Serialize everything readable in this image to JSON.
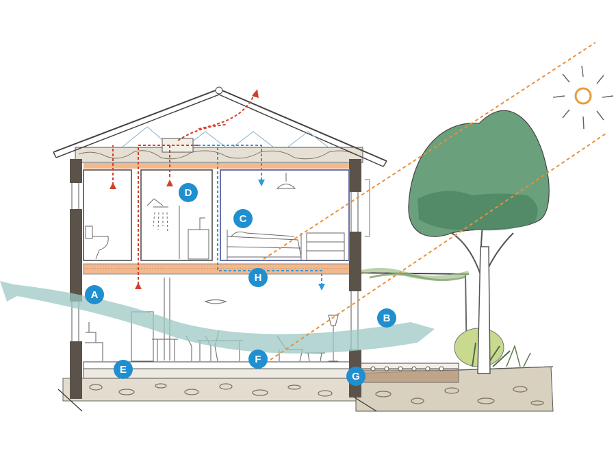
{
  "markers": [
    {
      "id": "A",
      "label": "A"
    },
    {
      "id": "B",
      "label": "B"
    },
    {
      "id": "C",
      "label": "C"
    },
    {
      "id": "D",
      "label": "D"
    },
    {
      "id": "E",
      "label": "E"
    },
    {
      "id": "F",
      "label": "F"
    },
    {
      "id": "G",
      "label": "G"
    },
    {
      "id": "H",
      "label": "H"
    }
  ],
  "colors": {
    "marker": "#1f8fd0",
    "airflow": "#9cc8c4",
    "warm_air": "#d2402c",
    "cool_air": "#2f9ad8",
    "sun_ray": "#e8913a",
    "tree": "#5f9a79",
    "wall": "#5b5349",
    "insulation": "#f2b98f"
  },
  "icons": [
    "sun-icon",
    "tree-icon",
    "shower-icon",
    "toilet-icon",
    "bed-icon",
    "lamp-icon",
    "chair-icon",
    "table-icon"
  ]
}
